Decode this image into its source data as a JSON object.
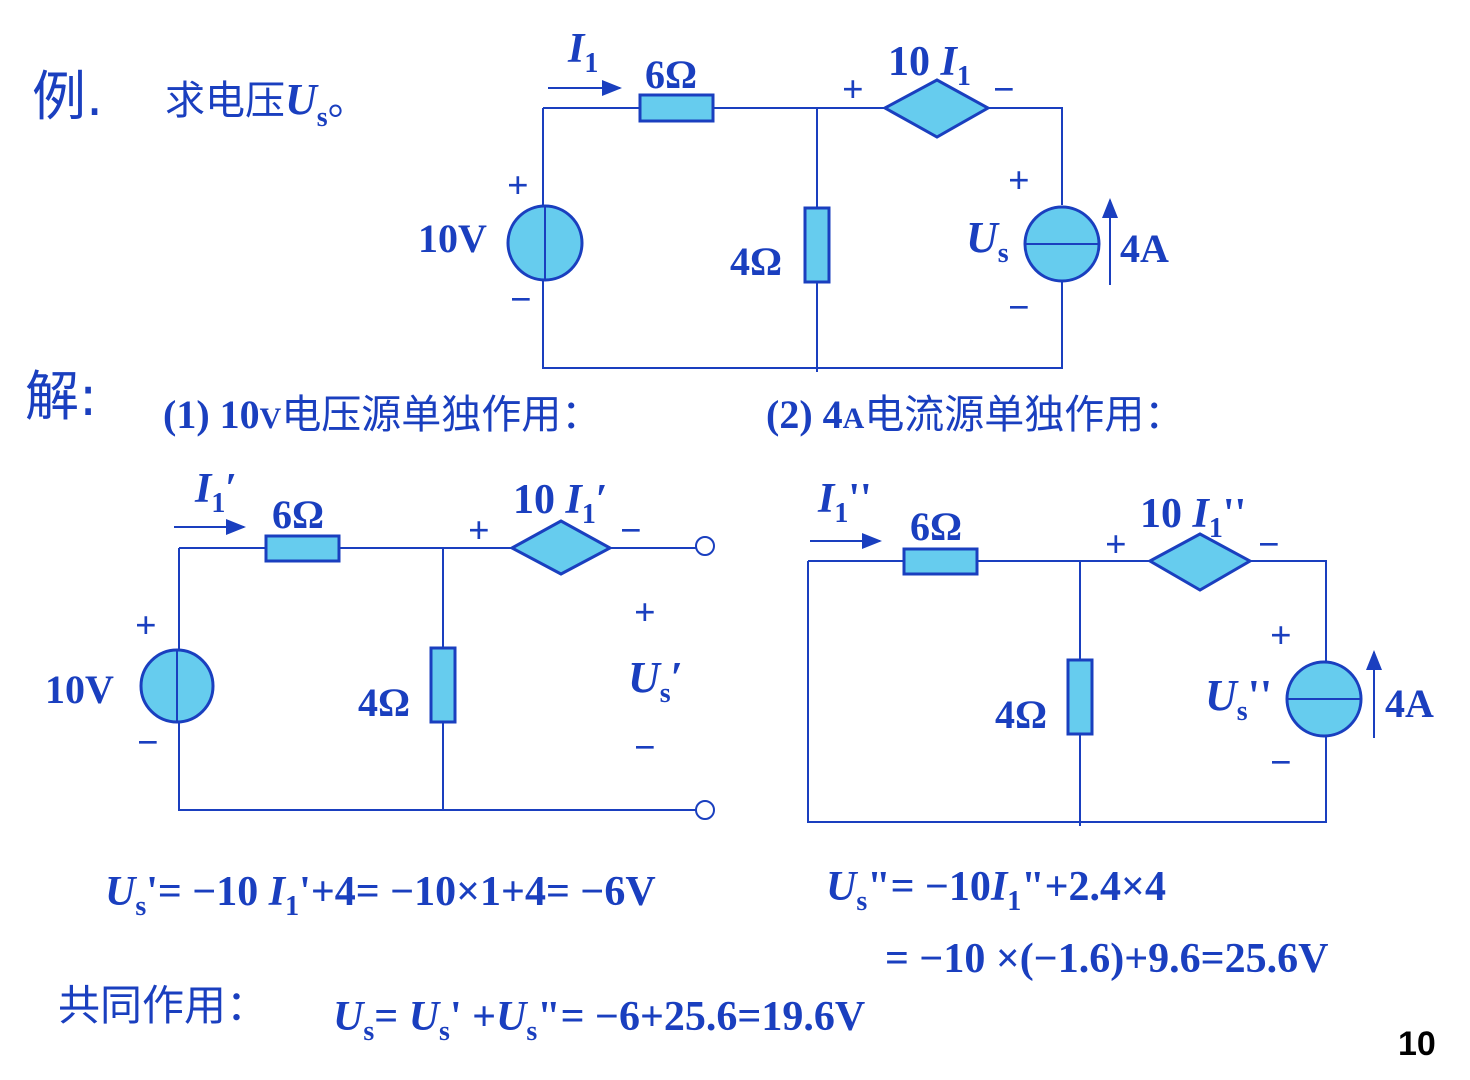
{
  "example": {
    "label": "例.",
    "task": "求电压",
    "task_var": "U",
    "task_sub": "s",
    "task_end": "。",
    "circuit": {
      "current_label": "I",
      "current_sub": "1",
      "r1": "6Ω",
      "r2": "4Ω",
      "dep_source": "10 ",
      "dep_var": "I",
      "dep_sub": "1",
      "vsrc": "10V",
      "isrc": "4A",
      "us_var": "U",
      "us_sub": "s",
      "plus": "+",
      "minus": "−"
    }
  },
  "solution": {
    "label": "解:",
    "part1_num": "(1) 10",
    "part1_unit": "V",
    "part1_text": "电压源单独作用：",
    "part2_num": "(2) 4",
    "part2_unit": "A",
    "part2_text": "电流源单独作用："
  },
  "circuit1": {
    "current_label": "I",
    "current_sub": "1",
    "prime": "′",
    "r1": "6Ω",
    "r2": "4Ω",
    "dep_source": "10 ",
    "dep_var": "I",
    "dep_sub": "1",
    "vsrc": "10V",
    "us_var": "U",
    "us_sub": "s",
    "plus": "+",
    "minus": "−"
  },
  "circuit2": {
    "current_label": "I",
    "current_sub": "1",
    "dprime": "''",
    "r1": "6Ω",
    "r2": "4Ω",
    "dep_source": "10 ",
    "dep_var": "I",
    "dep_sub": "1",
    "isrc": "4A",
    "us_var": "U",
    "us_sub": "s",
    "plus": "+",
    "minus": "−"
  },
  "equations": {
    "eq1_var": "U",
    "eq1_sub": "s",
    "eq1_a": "'= −10 ",
    "eq1_b": "I",
    "eq1_c": "1",
    "eq1_d": "'+4= −10×1+4= −6V",
    "eq2_var": "U",
    "eq2_sub": "s",
    "eq2_a": "\"= −10",
    "eq2_b": "I",
    "eq2_c": "1",
    "eq2_d": "\"+2.4×4",
    "eq3": "= −10 ×(−1.6)+9.6=25.6V",
    "combined_label": "共同作用：",
    "comb_a": "U",
    "comb_b": "s",
    "comb_c": "= ",
    "comb_d": "U",
    "comb_e": "s",
    "comb_f": "' +",
    "comb_g": "U",
    "comb_h": "s",
    "comb_i": "\"= −6+25.6=19.6V"
  },
  "page_number": "10",
  "colors": {
    "text": "#1a3fbf",
    "component_fill": "#66ccee",
    "page_number": "#000000",
    "background": "#ffffff"
  }
}
